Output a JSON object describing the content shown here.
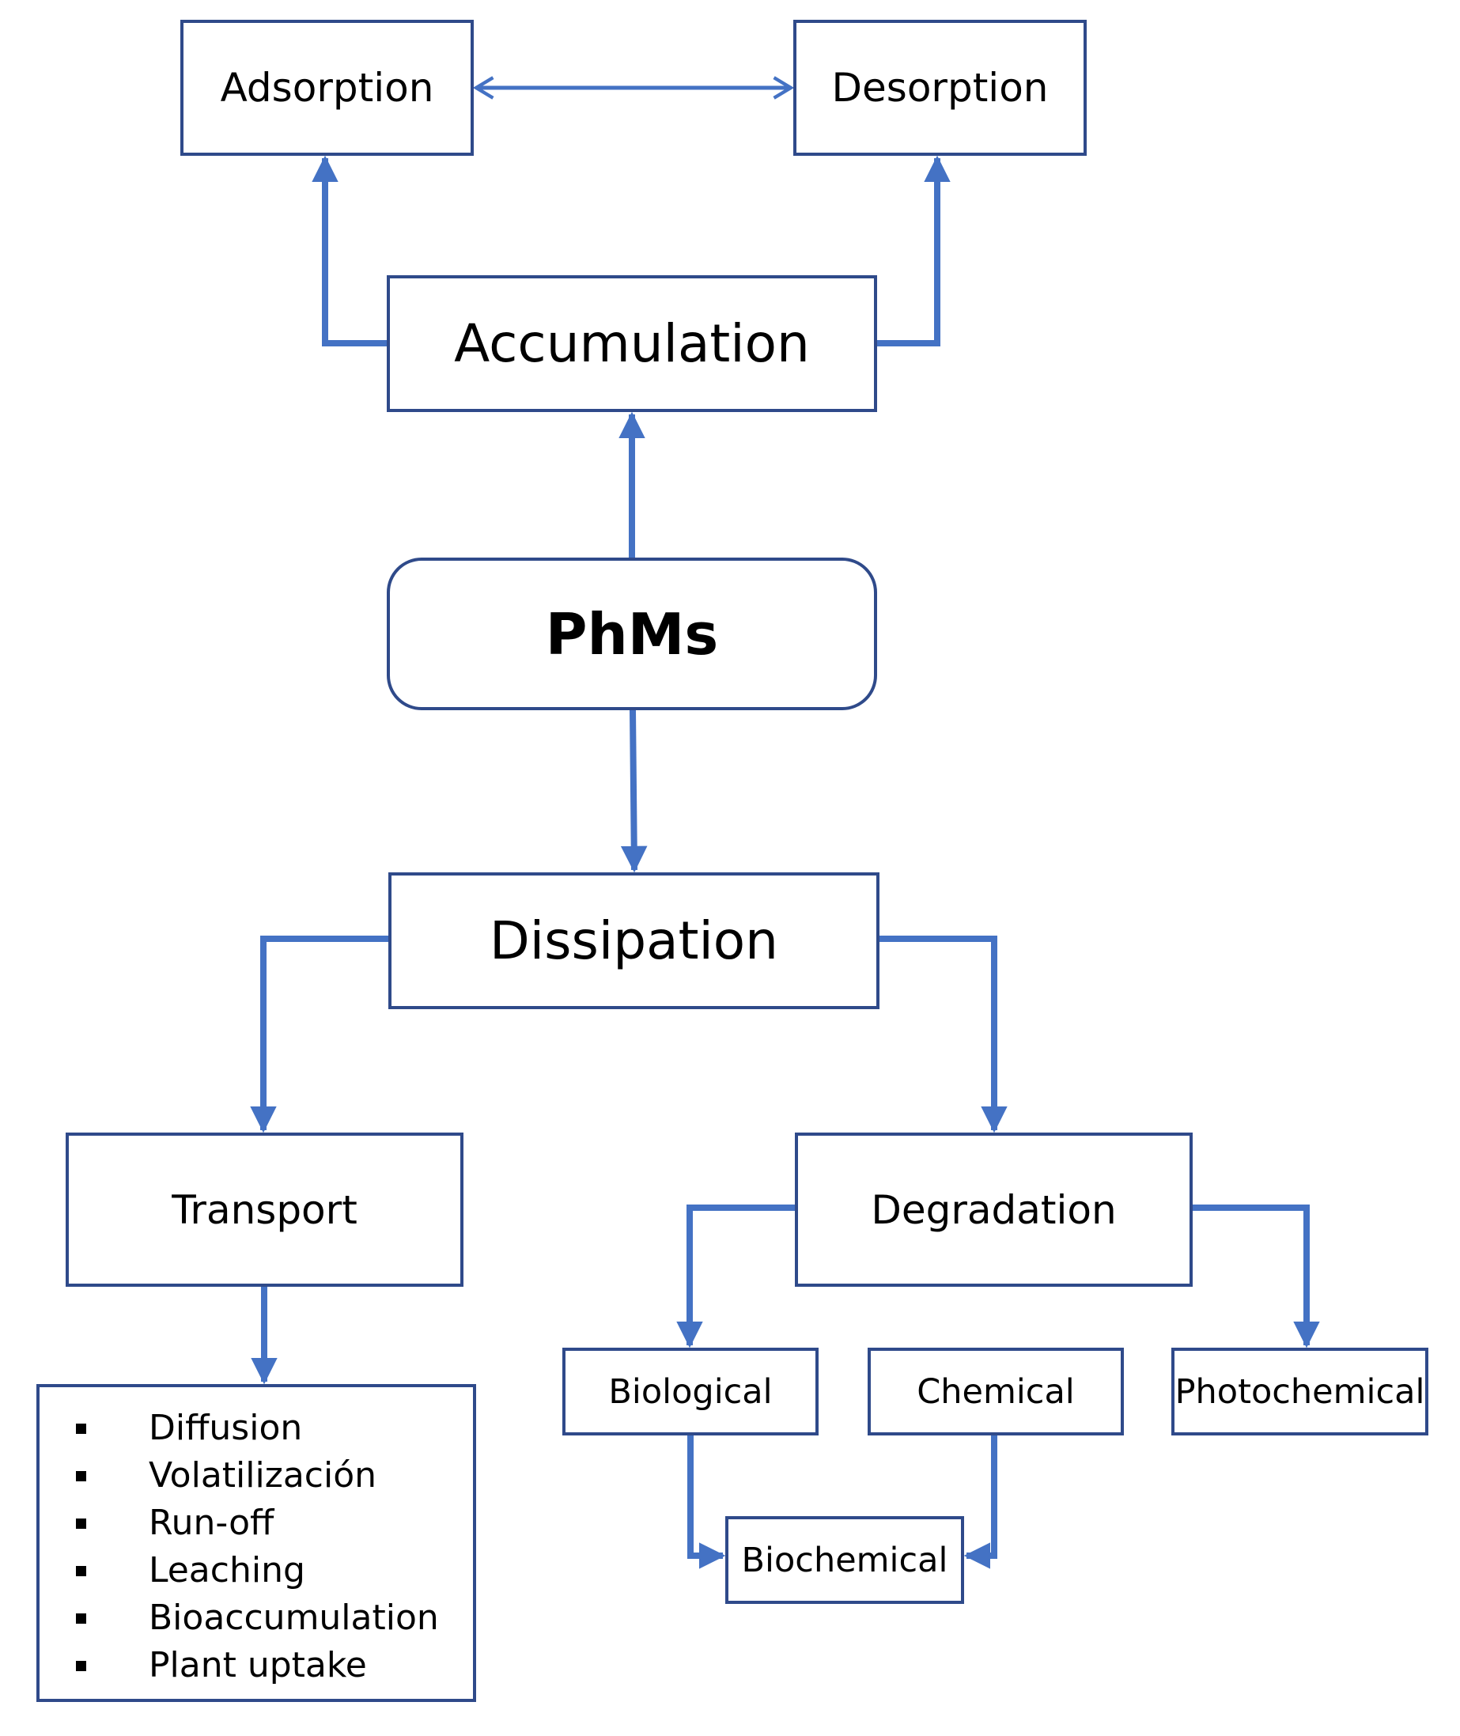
{
  "colors": {
    "arrow": "#4472C4",
    "box_border": "#2F4A8A",
    "text": "#000000",
    "background": "#FFFFFF"
  },
  "nodes": {
    "adsorption": "Adsorption",
    "desorption": "Desorption",
    "accumulation": "Accumulation",
    "phms": "PhMs",
    "dissipation": "Dissipation",
    "transport": "Transport",
    "degradation": "Degradation",
    "biological": "Biological",
    "chemical": "Chemical",
    "photochemical": "Photochemical",
    "biochemical": "Biochemical"
  },
  "transport_processes": [
    "Diffusion",
    "Volatilización",
    "Run-off",
    "Leaching",
    "Bioaccumulation",
    "Plant uptake"
  ],
  "edges": [
    {
      "from": "adsorption",
      "to": "desorption",
      "bidirectional": true
    },
    {
      "from": "accumulation",
      "to": "adsorption"
    },
    {
      "from": "accumulation",
      "to": "desorption"
    },
    {
      "from": "phms",
      "to": "accumulation"
    },
    {
      "from": "phms",
      "to": "dissipation"
    },
    {
      "from": "dissipation",
      "to": "transport"
    },
    {
      "from": "dissipation",
      "to": "degradation"
    },
    {
      "from": "transport",
      "to": "transport_processes"
    },
    {
      "from": "degradation",
      "to": "biological"
    },
    {
      "from": "degradation",
      "to": "photochemical"
    },
    {
      "from": "biological",
      "to": "biochemical"
    },
    {
      "from": "chemical",
      "to": "biochemical"
    }
  ]
}
